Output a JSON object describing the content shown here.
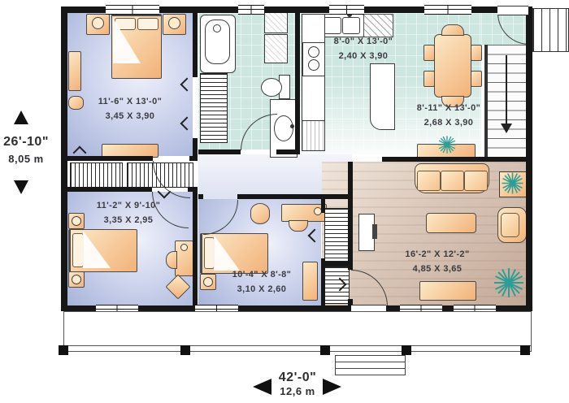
{
  "plan_title": "single-storey house floor plan",
  "annotations": {
    "height": {
      "feet": "26'-10\"",
      "meters": "8,05 m"
    },
    "width": {
      "feet": "42'-0\"",
      "meters": "12,6 m"
    }
  },
  "rooms": {
    "master_bedroom": {
      "feet": "11'-6\" X 13'-0\"",
      "meters": "3,45 X 3,90"
    },
    "kitchen": {
      "feet": "8'-0\" X 13'-0\"",
      "meters": "2,40 X 3,90"
    },
    "dining": {
      "feet": "8'-11\" X 13'-0\"",
      "meters": "2,68 X 3,90"
    },
    "bedroom_2": {
      "feet": "11'-2\" X 9'-10\"",
      "meters": "3,35 X 2,95"
    },
    "bedroom_3": {
      "feet": "10'-4\" X 8'-8\"",
      "meters": "3,10 X 2,60"
    },
    "living": {
      "feet": "16'-2\" X 12'-2\"",
      "meters": "4,85 X 3,65"
    }
  },
  "colors": {
    "bedroom_floor": "#c0c9e8",
    "tile_floor": "#cde6df",
    "wood_floor": "#d5c1b2",
    "furniture": "#f5c489",
    "plant": "#2b9f97",
    "wall": "#161616"
  }
}
